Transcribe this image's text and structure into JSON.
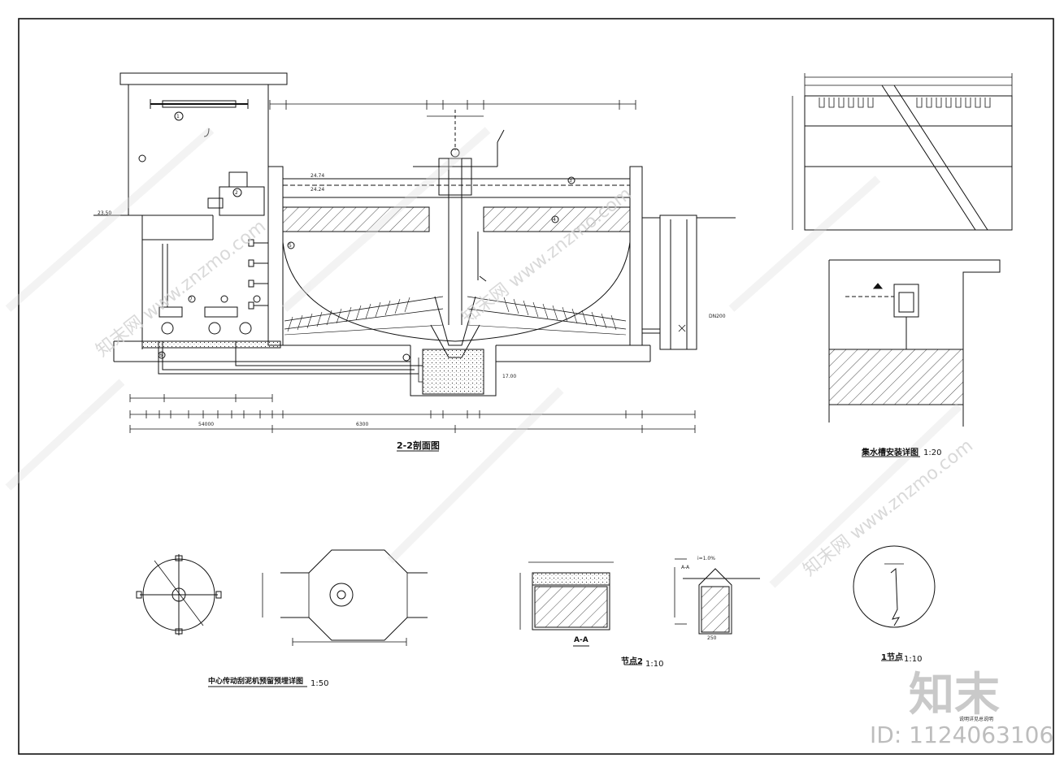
{
  "drawing": {
    "main_section": {
      "title": "2-2剖面图"
    },
    "collector_detail": {
      "title": "集水槽安装详图",
      "scale": "1:20"
    },
    "center_drive": {
      "title": "中心传动刮泥机预留预埋详图",
      "scale": "1:50"
    },
    "section_a": {
      "title": "A-A"
    },
    "node2": {
      "title": "节点2",
      "scale": "1:10"
    },
    "node1": {
      "title": "1节点",
      "scale": "1:10"
    },
    "node_marks": [
      "1",
      "2",
      "3",
      "4",
      "5",
      "6",
      "7"
    ],
    "small_labels": {
      "elev_top": "24.74",
      "elev_water": "24.24",
      "elev_ground": "23.50",
      "elev_bottom": "17.00",
      "pipe_note": "DN200",
      "dim_total": "54000",
      "dim_half": "6300",
      "dim_node": "250",
      "node2_note": "i=1.0%",
      "a_a_label": "A-A"
    },
    "footnote": "说明详见总说明"
  },
  "watermark": {
    "logo_text": "知末",
    "id_text": "ID: 1124063106",
    "diag_text": "知末网 www.znzmo.com"
  },
  "colors": {
    "line": "#111111",
    "watermark": "#cfcfcf"
  }
}
